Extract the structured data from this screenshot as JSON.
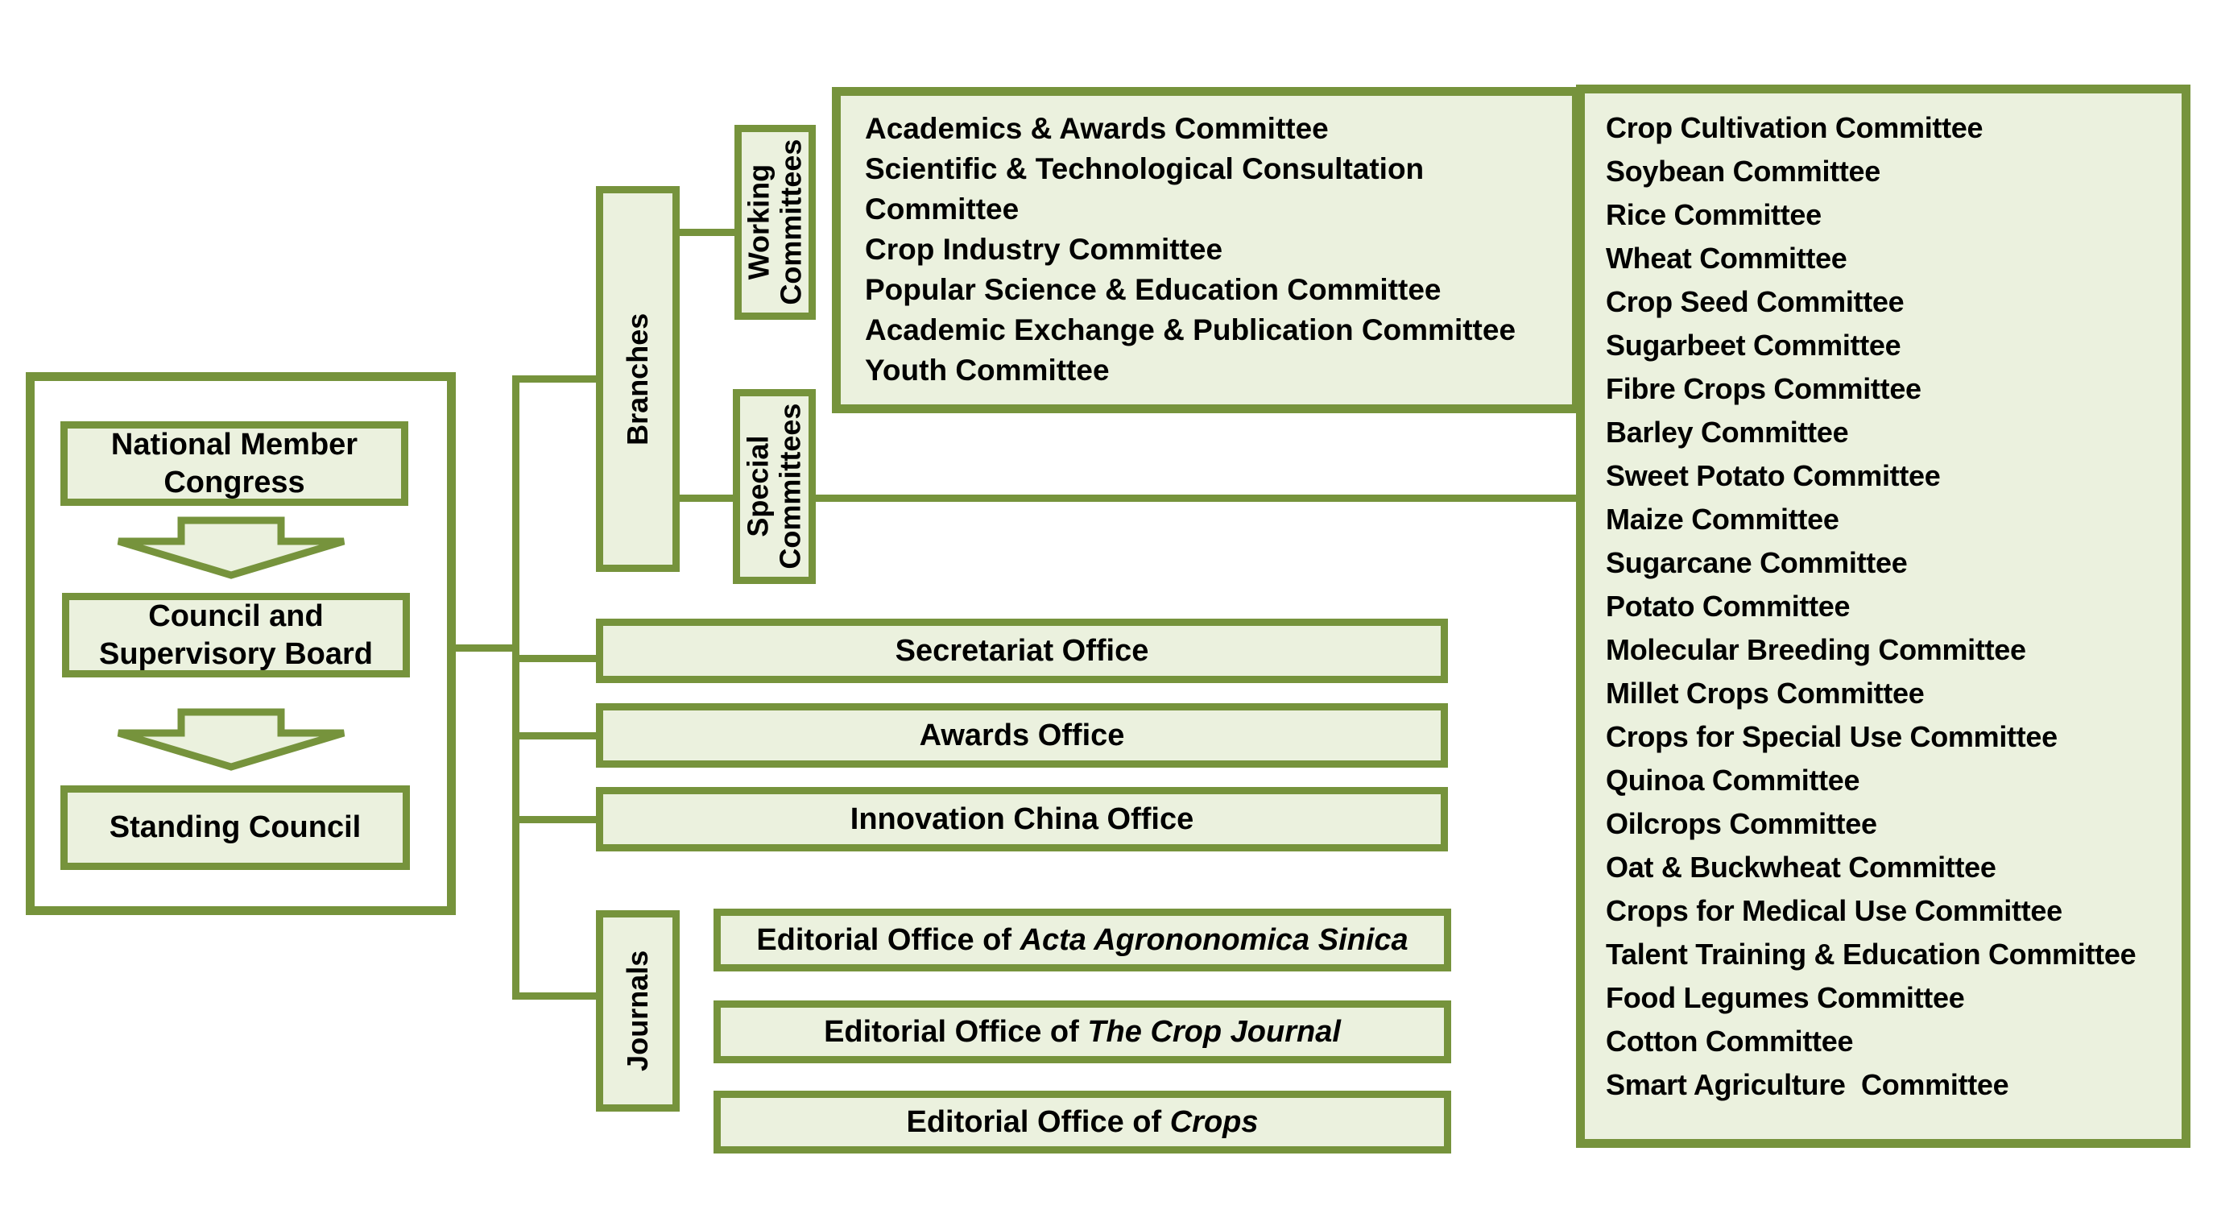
{
  "palette": {
    "border_green": "#76933C",
    "box_fill_green": "#EBF1DE",
    "text_color": "#000000",
    "background": "#FFFFFF"
  },
  "governance": {
    "national_member_congress": "National Member Congress",
    "council_and_supervisory_board": "Council and Supervisory Board",
    "standing_council": "Standing Council"
  },
  "branches": {
    "label": "Branches",
    "working_committees": {
      "label": "Working Committees",
      "items": [
        "Academics & Awards Committee",
        "Scientific & Technological Consultation Committee",
        "Crop Industry Committee",
        "Popular Science & Education Committee",
        "Academic Exchange & Publication Committee",
        "Youth Committee"
      ]
    },
    "special_committees": {
      "label": "Special Committees",
      "items": [
        "Crop Cultivation Committee",
        "Soybean Committee",
        "Rice Committee",
        "Wheat Committee",
        "Crop Seed Committee",
        "Sugarbeet Committee",
        "Fibre Crops Committee",
        "Barley Committee",
        "Sweet Potato Committee",
        "Maize Committee",
        "Sugarcane Committee",
        "Potato Committee",
        "Molecular Breeding Committee",
        "Millet Crops Committee",
        "Crops for Special Use Committee",
        "Quinoa Committee",
        "Oilcrops Committee",
        "Oat & Buckwheat Committee",
        "Crops for Medical Use Committee",
        "Talent Training & Education Committee",
        "Food Legumes Committee",
        "Cotton Committee",
        "Smart Agriculture  Committee"
      ]
    }
  },
  "offices": {
    "secretariat": "Secretariat Office",
    "awards": "Awards Office",
    "innovation_china": "Innovation China Office"
  },
  "journals": {
    "label": "Journals",
    "items": [
      {
        "prefix": "Editorial Office of ",
        "name": "Acta Agrononomica Sinica"
      },
      {
        "prefix": "Editorial Office of ",
        "name": "The Crop Journal"
      },
      {
        "prefix": "Editorial Office of ",
        "name": "Crops"
      }
    ]
  }
}
